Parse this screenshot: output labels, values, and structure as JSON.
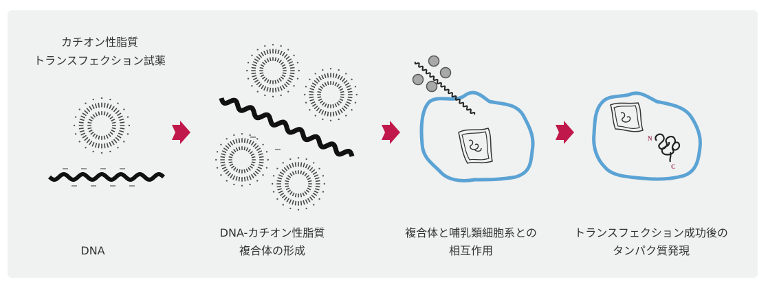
{
  "title": {
    "line1": "カチオン性脂質",
    "line2": "トランスフェクション試薬"
  },
  "steps": [
    {
      "line1": "DNA",
      "line2": ""
    },
    {
      "line1": "DNA-カチオン性脂質",
      "line2": "複合体の形成"
    },
    {
      "line1": "複合体と哺乳類細胞系との",
      "line2": "相互作用"
    },
    {
      "line1": "トランスフェクション成功後の",
      "line2": "タンパク質発現"
    }
  ],
  "protein_labels": {
    "n_terminus": "N",
    "c_terminus": "C"
  },
  "colors": {
    "arrow": "#c0184a",
    "cell_membrane": "#5ba3d4",
    "panel": "#f0f1f1",
    "terminus": "#a0305a"
  }
}
